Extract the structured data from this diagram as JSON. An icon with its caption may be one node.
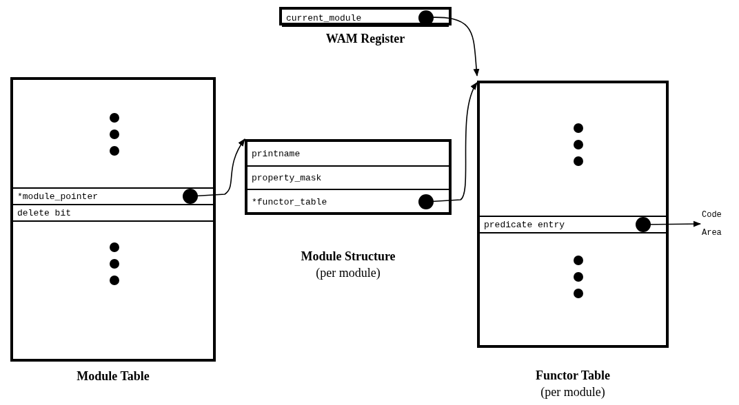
{
  "diagram": {
    "nodes": [
      {
        "text": [
          "WAM Register"
        ]
      },
      {
        "text": [
          "current_module"
        ],
        "in": 0
      },
      {
        "text": [
          "Module Table"
        ]
      },
      {
        "text": [
          "*module_pointer"
        ],
        "in": 2
      },
      {
        "text": [
          "delete bit"
        ],
        "in": 2
      },
      {
        "text": [
          "Module Structure",
          "(per module)"
        ]
      },
      {
        "text": [
          "printname"
        ],
        "in": 5
      },
      {
        "text": [
          "property_mask"
        ],
        "in": 5
      },
      {
        "text": [
          "*functor_table"
        ],
        "in": 5
      },
      {
        "text": [
          "Functor Table",
          "(per module)"
        ]
      },
      {
        "text": [
          "predicate entry"
        ],
        "in": 9
      },
      {
        "text": [
          "Code Area"
        ]
      }
    ],
    "edges": [
      {
        "from": 1,
        "to": 9,
        "arrow": "to"
      },
      {
        "from": 3,
        "to": 5,
        "arrow": "to"
      },
      {
        "from": 8,
        "to": 9,
        "arrow": "to"
      },
      {
        "from": 10,
        "to": 11,
        "arrow": "to"
      }
    ]
  }
}
